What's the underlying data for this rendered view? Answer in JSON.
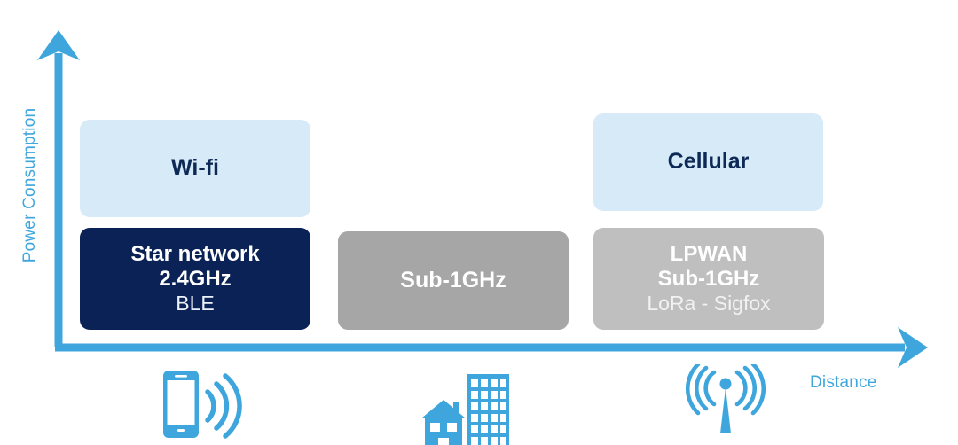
{
  "diagram": {
    "axes": {
      "y_label": "Power Consumption",
      "x_label": "Distance",
      "axis_color": "#3EA6DD"
    },
    "boxes": [
      {
        "id": "wifi",
        "title": "Wi-fi",
        "subtitle": "",
        "detail": "",
        "fill": "#D7EAF7",
        "text_color": "#0D2A57"
      },
      {
        "id": "cellular",
        "title": "Cellular",
        "subtitle": "",
        "detail": "",
        "fill": "#D7EAF7",
        "text_color": "#0D2A57"
      },
      {
        "id": "star-network",
        "title": "Star network",
        "subtitle": "2.4GHz",
        "detail": "BLE",
        "fill": "#0B2256",
        "text_color": "#FFFFFF"
      },
      {
        "id": "sub-1ghz",
        "title": "Sub-1GHz",
        "subtitle": "",
        "detail": "",
        "fill": "#A6A6A6",
        "text_color": "#FFFFFF"
      },
      {
        "id": "lpwan",
        "title": "LPWAN",
        "subtitle": "Sub-1GHz",
        "detail": "LoRa - Sigfox",
        "fill": "#BFBFBF",
        "text_color": "#FFFFFF"
      }
    ],
    "icons": [
      {
        "id": "smartphone",
        "name": "smartphone-signal-icon",
        "color": "#3EA6DD"
      },
      {
        "id": "buildings",
        "name": "house-and-office-building-icon",
        "color": "#3EA6DD"
      },
      {
        "id": "tower",
        "name": "cell-tower-broadcast-icon",
        "color": "#3EA6DD"
      }
    ]
  },
  "chart_data": {
    "type": "diagram",
    "title": "",
    "xlabel": "Distance",
    "ylabel": "Power Consumption",
    "grid": false,
    "legend": "none",
    "description": "Positioning map of wireless technologies by power consumption (y) and range/distance (x).",
    "items": [
      {
        "label": "Wi-fi",
        "sublabels": [],
        "power": "high",
        "distance": "short",
        "color": "#D7EAF7"
      },
      {
        "label": "Star network",
        "sublabels": [
          "2.4GHz",
          "BLE"
        ],
        "power": "low",
        "distance": "short",
        "color": "#0B2256"
      },
      {
        "label": "Sub-1GHz",
        "sublabels": [],
        "power": "low",
        "distance": "medium",
        "color": "#A6A6A6"
      },
      {
        "label": "Cellular",
        "sublabels": [],
        "power": "high",
        "distance": "long",
        "color": "#D7EAF7"
      },
      {
        "label": "LPWAN",
        "sublabels": [
          "Sub-1GHz",
          "LoRa - Sigfox"
        ],
        "power": "low",
        "distance": "long",
        "color": "#BFBFBF"
      }
    ],
    "distance_markers": [
      "smartphone",
      "buildings",
      "tower"
    ]
  }
}
